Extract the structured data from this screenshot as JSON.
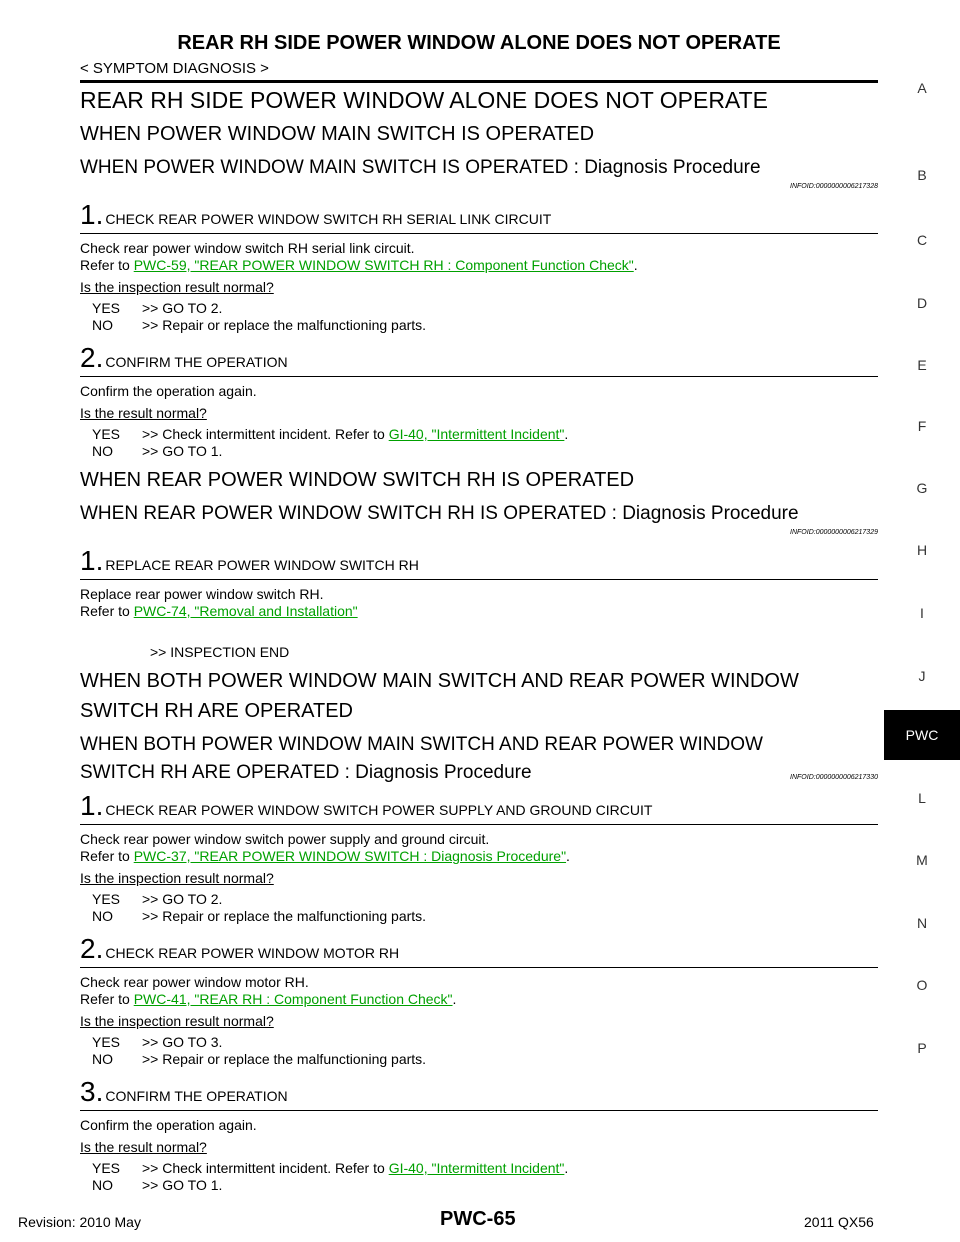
{
  "header": {
    "title": "REAR RH SIDE POWER WINDOW ALONE DOES NOT OPERATE",
    "subtitle": "< SYMPTOM DIAGNOSIS >"
  },
  "main_title": "REAR RH SIDE POWER WINDOW ALONE DOES NOT OPERATE",
  "s1": {
    "heading": "WHEN POWER WINDOW MAIN SWITCH IS OPERATED",
    "sub": "WHEN POWER WINDOW MAIN SWITCH IS OPERATED : Diagnosis Procedure",
    "infoid": "INFOID:0000000006217328",
    "step1": {
      "num": "1.",
      "title": "CHECK REAR POWER WINDOW SWITCH RH SERIAL LINK CIRCUIT",
      "text": "Check rear power window switch RH serial link circuit.",
      "refer": "Refer to ",
      "link": "PWC-59, \"REAR POWER WINDOW SWITCH RH : Component Function Check\"",
      "after": ".",
      "question": "Is the inspection result normal?",
      "yes_key": "YES",
      "yes": ">>  GO TO 2.",
      "no_key": "NO",
      "no": ">> Repair or replace the malfunctioning parts."
    },
    "step2": {
      "num": "2.",
      "title": "CONFIRM THE OPERATION",
      "text": "Confirm the operation again.",
      "question": "Is the result normal?",
      "yes_key": "YES",
      "yes_pre": ">> Check intermittent incident. Refer to ",
      "yes_link": "GI-40, \"Intermittent Incident\"",
      "yes_after": ".",
      "no_key": "NO",
      "no": ">> GO TO 1."
    }
  },
  "s2": {
    "heading": "WHEN REAR POWER WINDOW SWITCH RH IS OPERATED",
    "sub": "WHEN REAR POWER WINDOW SWITCH RH IS OPERATED : Diagnosis Procedure",
    "infoid": "INFOID:0000000006217329",
    "step1": {
      "num": "1.",
      "title": "REPLACE REAR POWER WINDOW SWITCH RH",
      "text": "Replace rear power window switch RH.",
      "refer": "Refer to ",
      "link": "PWC-74, \"Removal and Installation\"",
      "end": ">> INSPECTION END"
    }
  },
  "s3": {
    "heading_line1": "WHEN BOTH POWER WINDOW MAIN SWITCH AND REAR POWER WINDOW",
    "heading_line2": "SWITCH RH ARE OPERATED",
    "sub_line1": "WHEN BOTH POWER WINDOW MAIN SWITCH AND REAR POWER WINDOW",
    "sub_line2": "SWITCH RH ARE OPERATED : Diagnosis Procedure",
    "infoid": "INFOID:0000000006217330",
    "step1": {
      "num": "1.",
      "title": "CHECK REAR POWER WINDOW SWITCH POWER SUPPLY AND GROUND CIRCUIT",
      "text": "Check rear power window switch power supply and ground circuit.",
      "refer": "Refer to ",
      "link": "PWC-37, \"REAR POWER WINDOW SWITCH : Diagnosis Procedure\"",
      "after": ".",
      "question": "Is the inspection result normal?",
      "yes_key": "YES",
      "yes": ">> GO TO 2.",
      "no_key": "NO",
      "no": ">> Repair or replace the malfunctioning parts."
    },
    "step2": {
      "num": "2.",
      "title": "CHECK REAR POWER WINDOW MOTOR RH",
      "text": "Check rear power window motor RH.",
      "refer": "Refer to ",
      "link": "PWC-41, \"REAR RH : Component Function Check\"",
      "after": ".",
      "question": "Is the inspection result normal?",
      "yes_key": "YES",
      "yes": ">> GO TO 3.",
      "no_key": "NO",
      "no": ">> Repair or replace the malfunctioning parts."
    },
    "step3": {
      "num": "3.",
      "title": "CONFIRM THE OPERATION",
      "text": "Confirm the operation again.",
      "question": "Is the result normal?",
      "yes_key": "YES",
      "yes_pre": ">> Check intermittent incident. Refer to ",
      "yes_link": "GI-40, \"Intermittent Incident\"",
      "yes_after": ".",
      "no_key": "NO",
      "no": ">> GO TO 1."
    }
  },
  "side_index": [
    "A",
    "B",
    "C",
    "D",
    "E",
    "F",
    "G",
    "H",
    "I",
    "J",
    "L",
    "M",
    "N",
    "O",
    "P"
  ],
  "side_tab": "PWC",
  "footer": {
    "revision": "Revision: 2010 May",
    "page": "PWC-65",
    "model": "2011 QX56"
  }
}
